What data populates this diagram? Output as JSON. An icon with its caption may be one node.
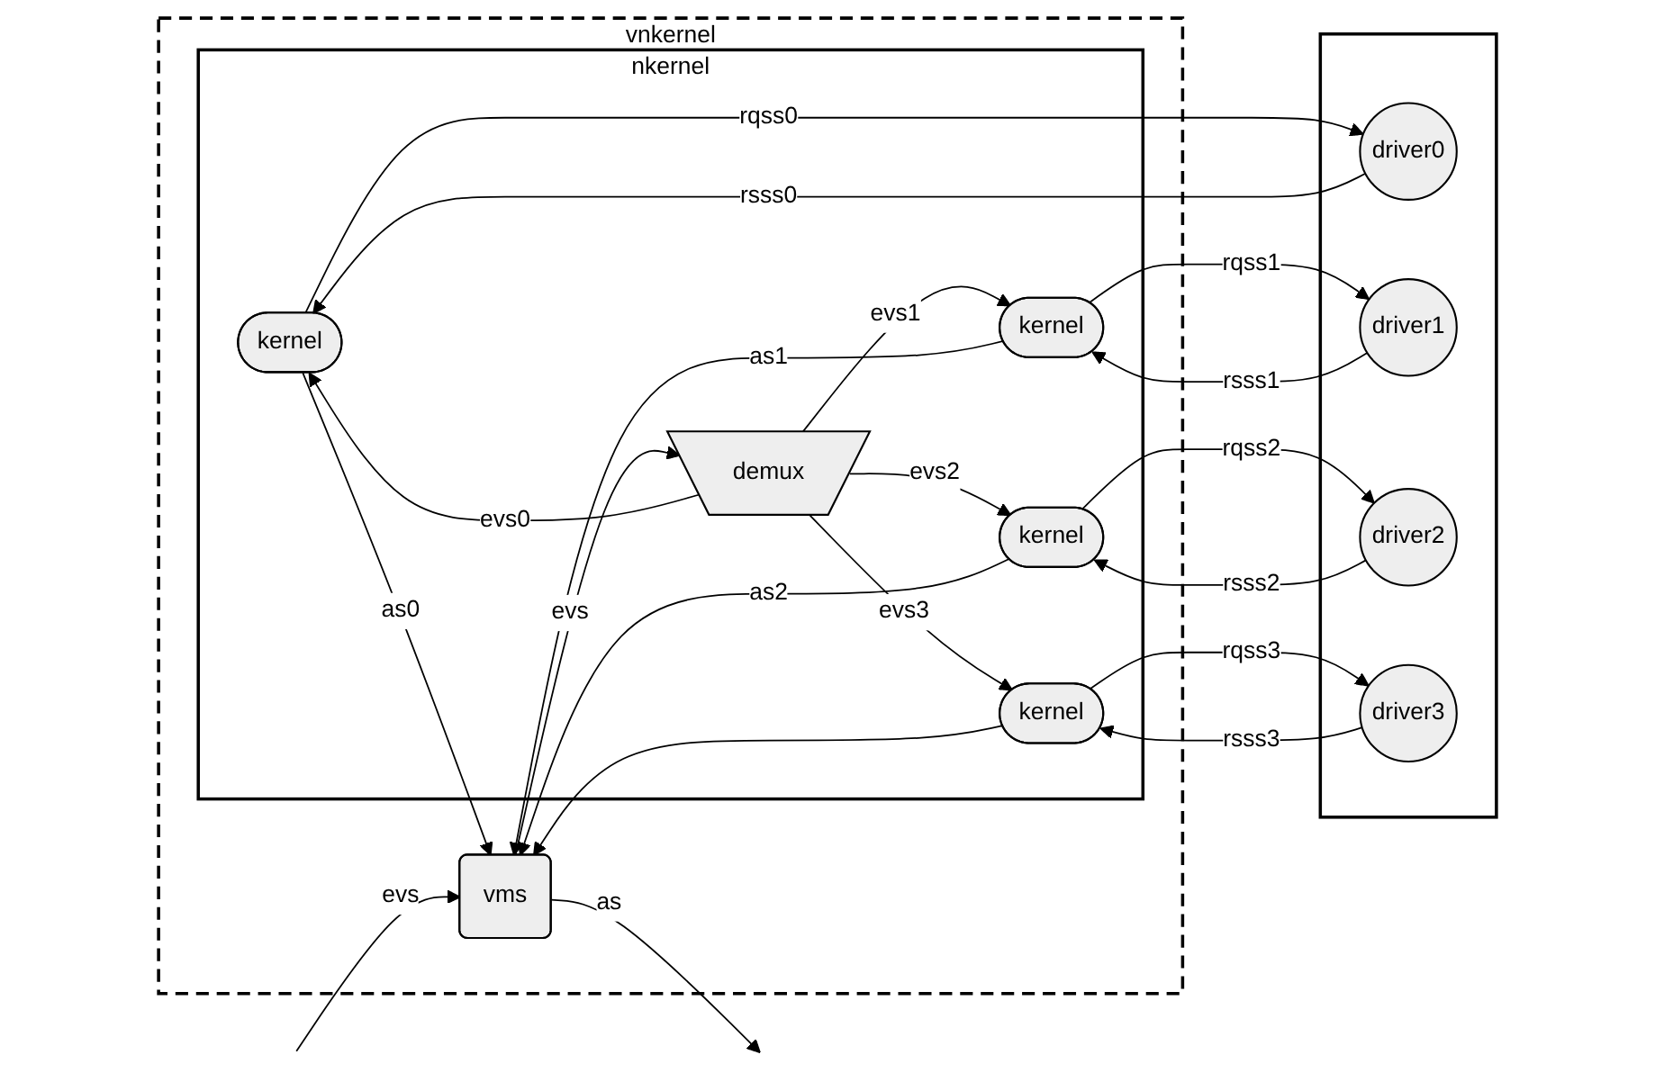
{
  "diagram": {
    "nodes": [
      {
        "text": [
          "vnkernel"
        ]
      },
      {
        "text": [
          "nkernel"
        ],
        "in": 0
      },
      {
        "text": [
          "vms"
        ],
        "in": 0
      },
      {
        "text": [
          "kernel"
        ],
        "in": 1
      },
      {
        "text": [
          "kernel"
        ],
        "in": 1
      },
      {
        "text": [
          "kernel"
        ],
        "in": 1
      },
      {
        "text": [
          "kernel"
        ],
        "in": 1
      },
      {
        "text": [
          "demux"
        ],
        "in": 1
      },
      {
        "text": [],
        "shape": "box"
      },
      {
        "text": [
          "driver0"
        ],
        "in": 8
      },
      {
        "text": [
          "driver1"
        ],
        "in": 8
      },
      {
        "text": [
          "driver2"
        ],
        "in": 8
      },
      {
        "text": [
          "driver3"
        ],
        "in": 8
      }
    ],
    "edges": [
      {
        "from": null,
        "to": 2,
        "label": "evs",
        "arrow": "to"
      },
      {
        "from": 2,
        "to": null,
        "label": "as",
        "arrow": "to"
      },
      {
        "from": 2,
        "to": 7,
        "label": "evs",
        "arrow": "to"
      },
      {
        "from": 7,
        "to": 3,
        "label": "evs0",
        "arrow": "to"
      },
      {
        "from": 7,
        "to": 4,
        "label": "evs1",
        "arrow": "to"
      },
      {
        "from": 7,
        "to": 5,
        "label": "evs2",
        "arrow": "to"
      },
      {
        "from": 7,
        "to": 6,
        "label": "evs3",
        "arrow": "to"
      },
      {
        "from": 3,
        "to": 2,
        "label": "as0",
        "arrow": "to"
      },
      {
        "from": 4,
        "to": 2,
        "label": "as1",
        "arrow": "to"
      },
      {
        "from": 5,
        "to": 2,
        "label": "as2",
        "arrow": "to"
      },
      {
        "from": 6,
        "to": 2,
        "arrow": "to"
      },
      {
        "from": 3,
        "to": 9,
        "label": "rqss0",
        "arrow": "to"
      },
      {
        "from": 9,
        "to": 3,
        "label": "rsss0",
        "arrow": "to"
      },
      {
        "from": 4,
        "to": 10,
        "label": "rqss1",
        "arrow": "to"
      },
      {
        "from": 10,
        "to": 4,
        "label": "rsss1",
        "arrow": "to"
      },
      {
        "from": 5,
        "to": 11,
        "label": "rqss2",
        "arrow": "to"
      },
      {
        "from": 11,
        "to": 5,
        "label": "rsss2",
        "arrow": "to"
      },
      {
        "from": 6,
        "to": 12,
        "label": "rqss3",
        "arrow": "to"
      },
      {
        "from": 12,
        "to": 6,
        "label": "rsss3",
        "arrow": "to"
      }
    ]
  }
}
